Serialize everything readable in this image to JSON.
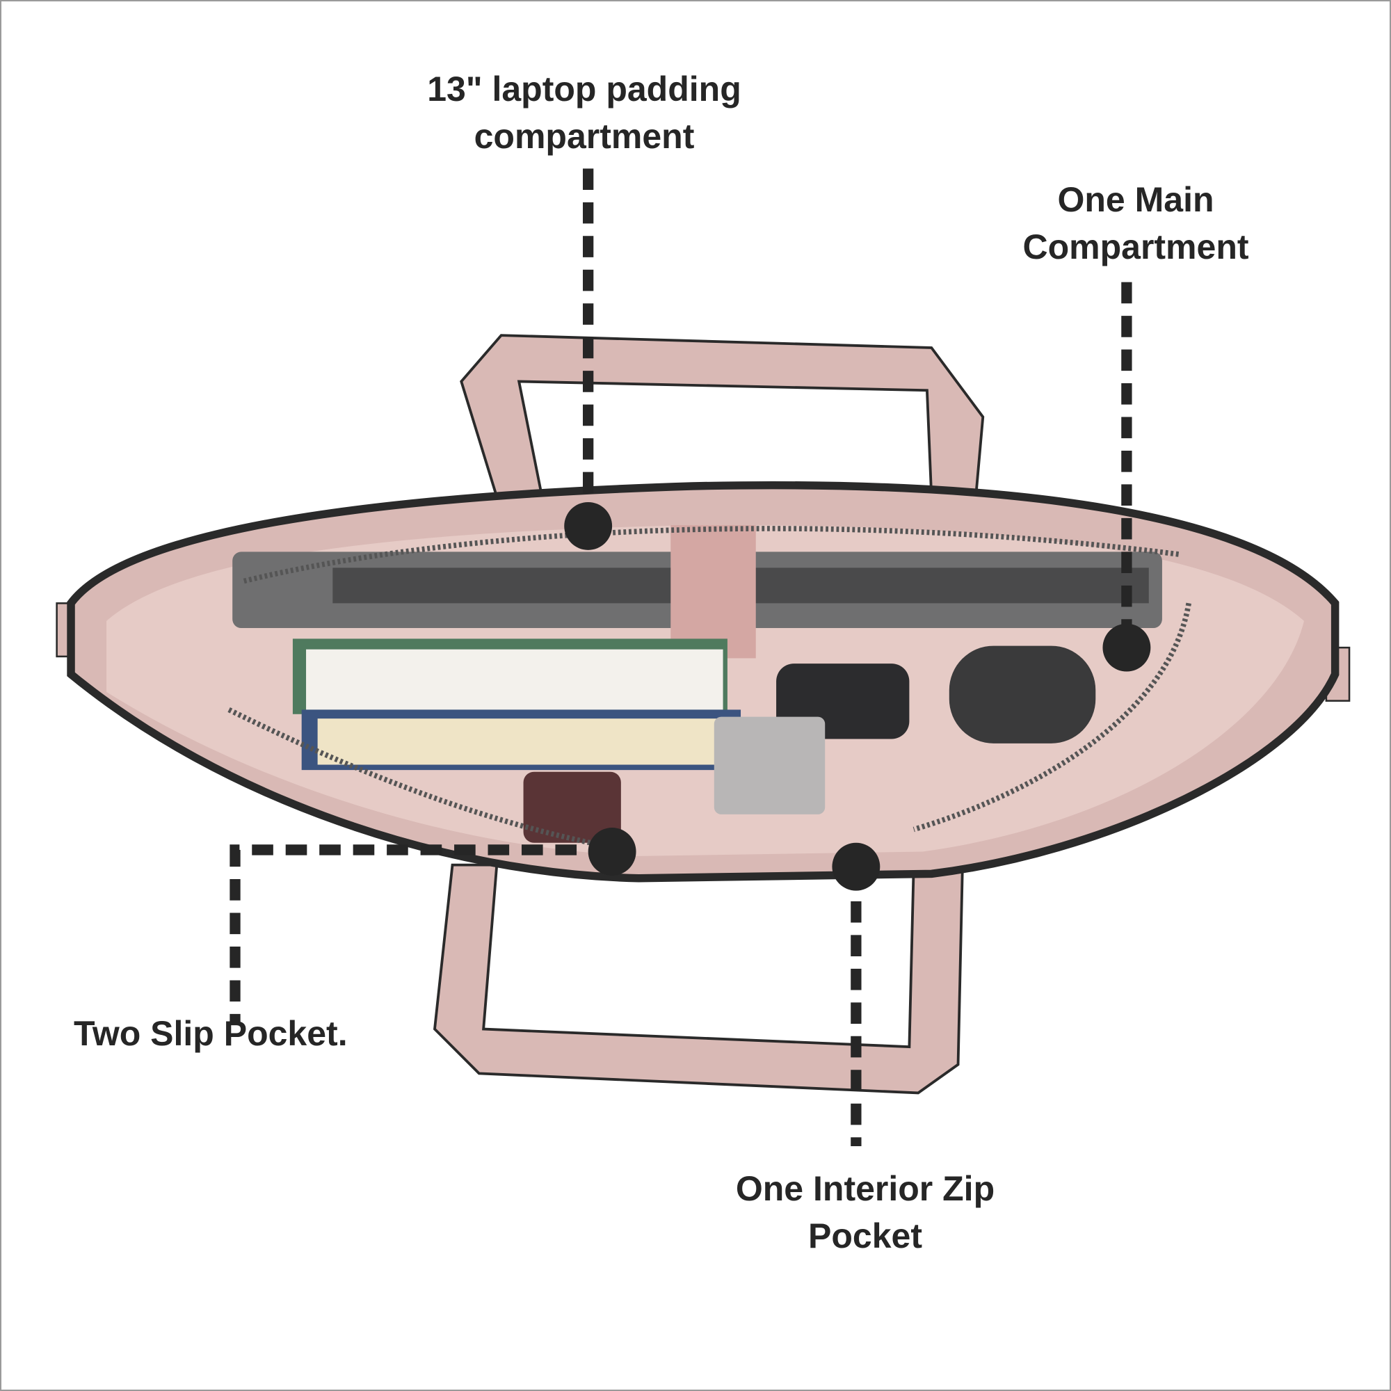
{
  "callouts": {
    "laptop": {
      "line1": "13\" laptop padding",
      "line2": "compartment"
    },
    "main": {
      "line1": "One Main",
      "line2": "Compartment"
    },
    "slip": {
      "text": "Two Slip Pocket."
    },
    "zip": {
      "line1": "One Interior Zip",
      "line2": "Pocket"
    }
  },
  "colors": {
    "text": "#262626",
    "leader": "#262626",
    "bag_pink": "#d9b9b5",
    "bag_interior": "#e6cbc6",
    "trim": "#2a2a2a"
  }
}
